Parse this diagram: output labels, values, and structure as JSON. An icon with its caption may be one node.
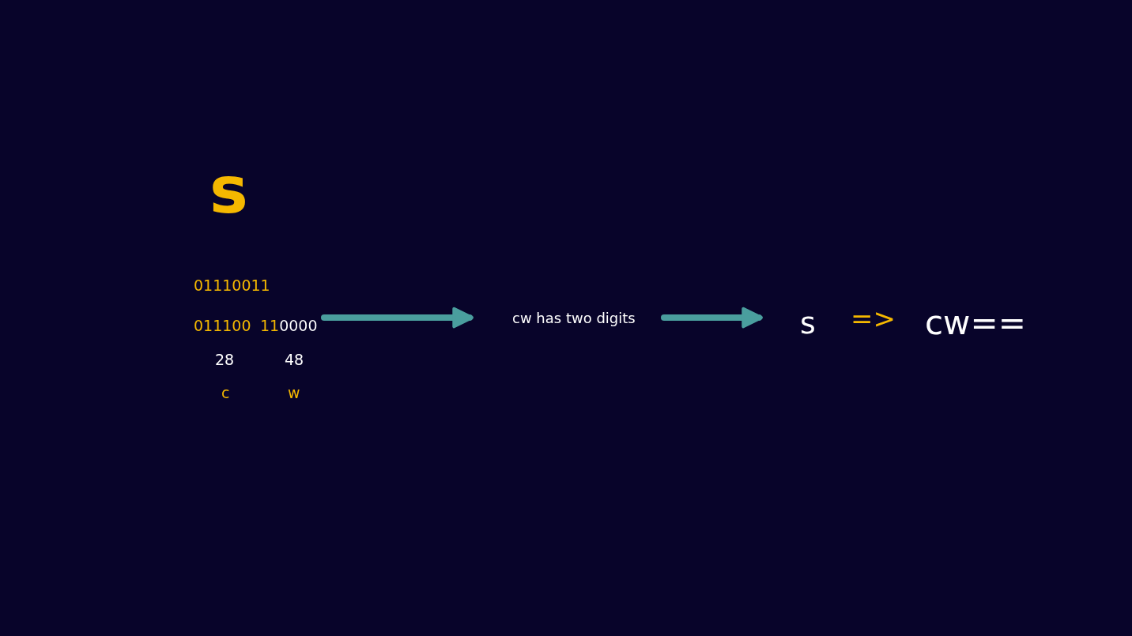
{
  "diagram": {
    "nodes": [
      {
        "text": [
          "s",
          "01110011",
          "011100",
          "110000",
          "28",
          "48",
          "c",
          "w"
        ]
      },
      {
        "text": [
          "cw has two digits"
        ]
      },
      {
        "text": [
          "s",
          "=>",
          "cw=="
        ]
      }
    ],
    "edges": [
      {
        "from": 0,
        "to": 1,
        "arrow": "to"
      },
      {
        "from": 1,
        "to": 2,
        "arrow": "to"
      }
    ]
  }
}
